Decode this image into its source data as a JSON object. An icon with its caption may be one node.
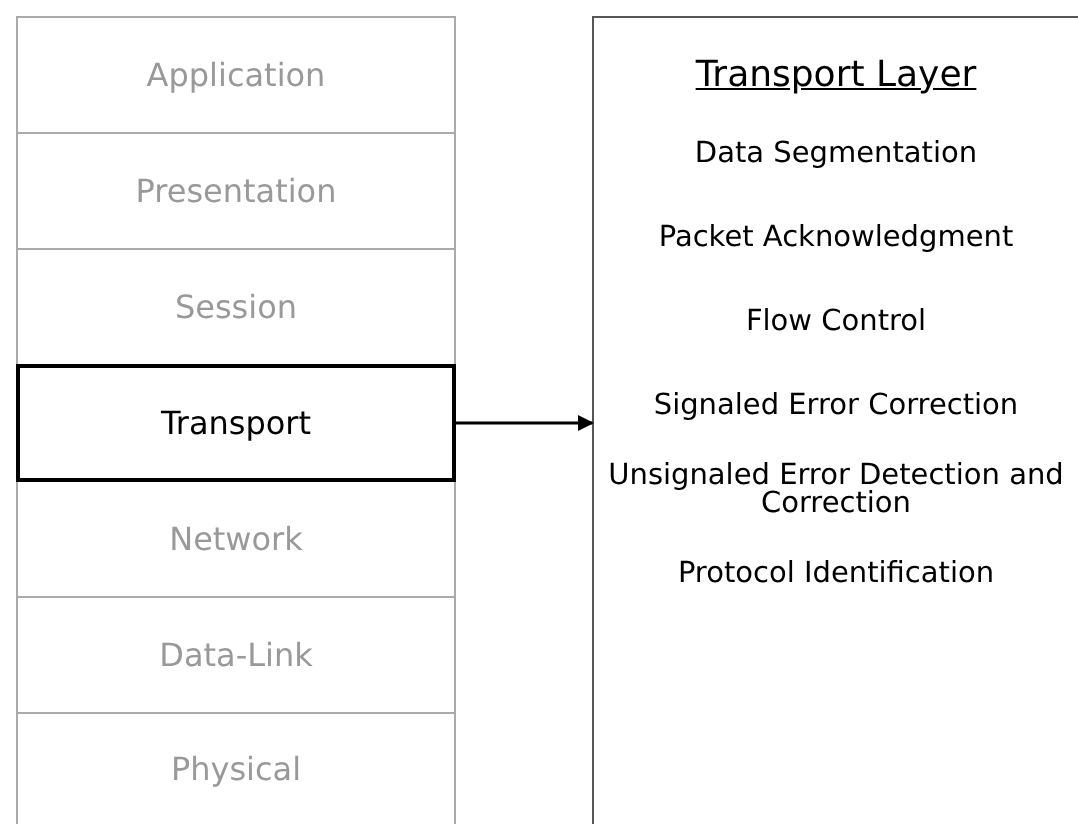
{
  "diagram": {
    "nodes": [
      {
        "text": [
          "Application"
        ]
      },
      {
        "text": [
          "Presentation"
        ]
      },
      {
        "text": [
          "Session"
        ]
      },
      {
        "text": [
          "Transport"
        ]
      },
      {
        "text": [
          "Network"
        ]
      },
      {
        "text": [
          "Data-Link"
        ]
      },
      {
        "text": [
          "Physical"
        ]
      },
      {
        "text": [
          "Transport Layer",
          "Data Segmentation",
          "Packet Acknowledgment",
          "Flow Control",
          "Signaled Error Correction",
          "Unsignaled Error Detection and Correction",
          "Protocol Identification"
        ]
      }
    ],
    "edges": [
      {
        "from": 3,
        "to": 7,
        "arrow": "to"
      }
    ]
  }
}
